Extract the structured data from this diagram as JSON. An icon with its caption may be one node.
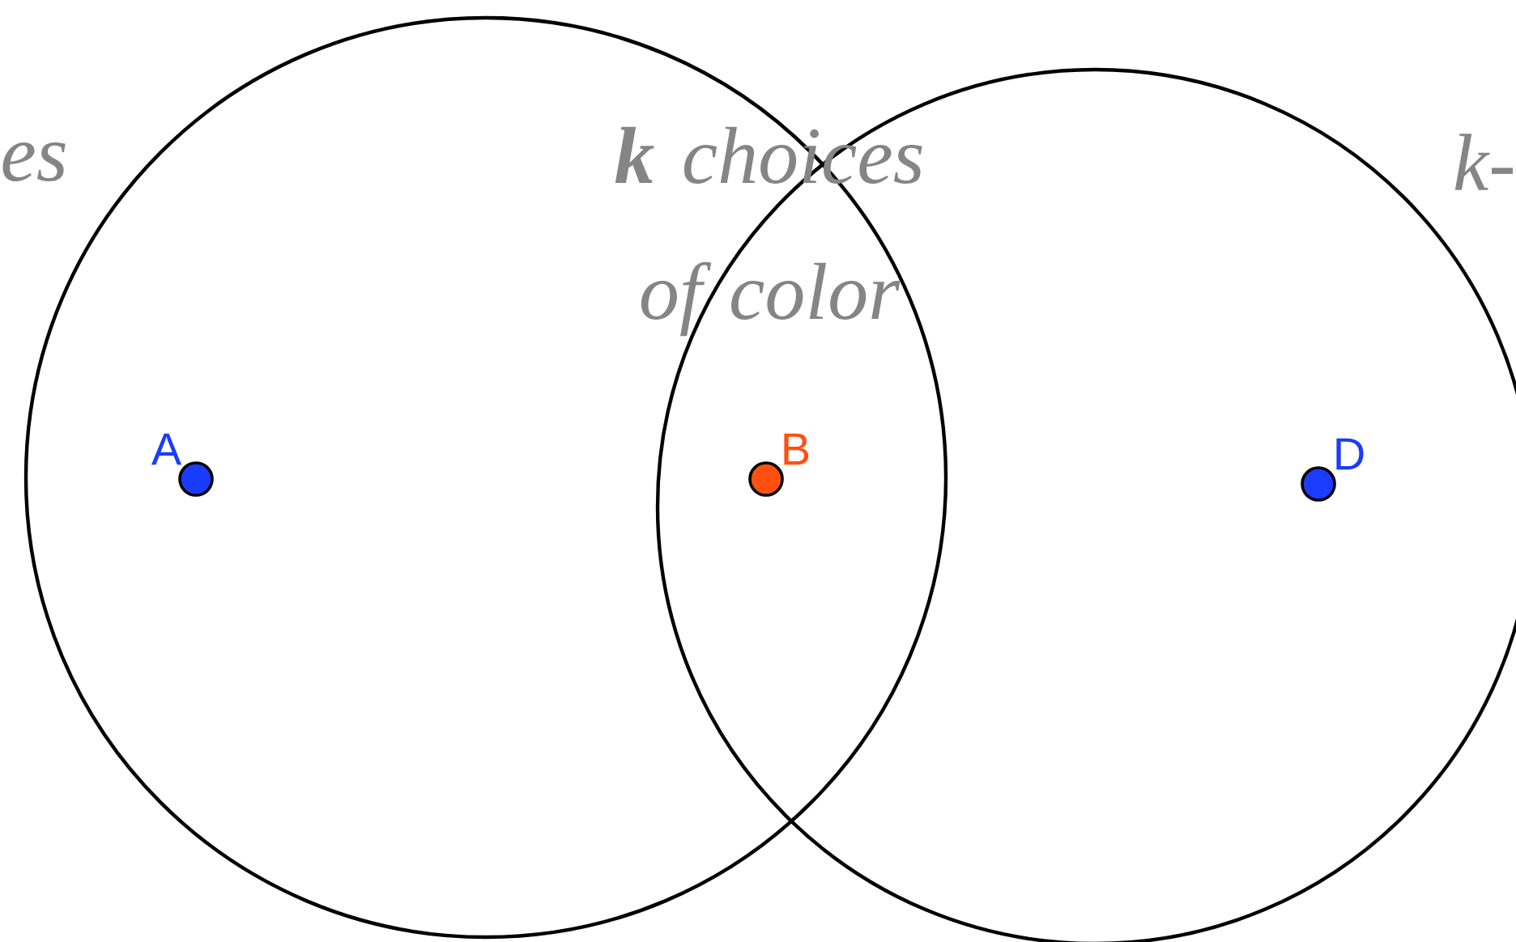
{
  "diagram": {
    "nodes": [
      {
        "text": [],
        "shape": "circle"
      },
      {
        "text": [],
        "shape": "circle"
      },
      {
        "text": [
          "A"
        ],
        "in": 0
      },
      {
        "text": [
          "B"
        ]
      },
      {
        "text": [
          "D"
        ],
        "in": 1
      }
    ],
    "labels": [
      "es",
      "**k** choices of color",
      "k-"
    ]
  }
}
